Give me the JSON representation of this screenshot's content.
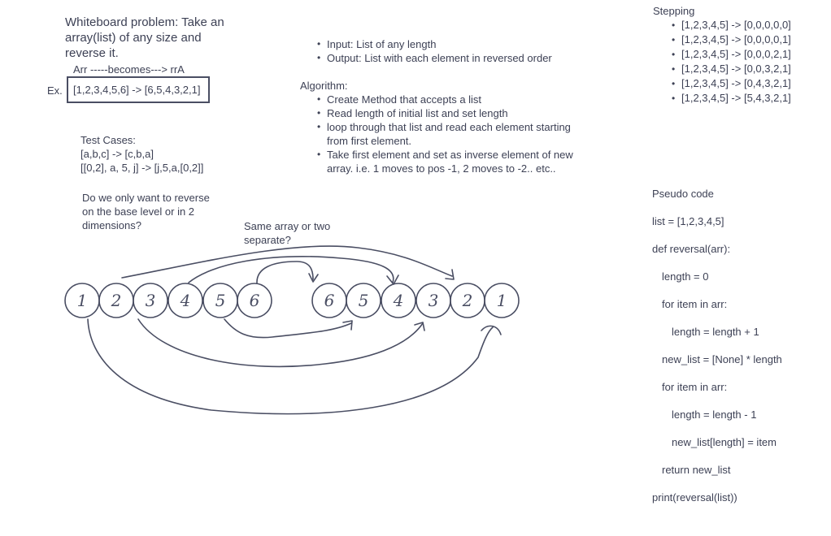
{
  "problem": {
    "title_lines": [
      "Whiteboard problem: Take an",
      "array(list) of any size and",
      "reverse it."
    ],
    "arr_caption": "Arr   -----becomes---> rrA",
    "example_label": "Ex.",
    "example_box": "[1,2,3,4,5,6] -> [6,5,4,3,2,1]"
  },
  "io": {
    "items": [
      "Input: List of any length",
      "Output: List with each element in reversed order"
    ]
  },
  "algorithm": {
    "heading": "Algorithm:",
    "steps": [
      [
        "Create Method that accepts a list"
      ],
      [
        "Read length of initial list and set length"
      ],
      [
        "loop through that list and read each element starting",
        "from first element."
      ],
      [
        "Take first element and set as inverse element of new",
        "array.  i.e. 1 moves to pos -1, 2 moves to -2.. etc.."
      ]
    ]
  },
  "test_cases": {
    "heading": "Test Cases:",
    "cases": [
      "[a,b,c] -> [c,b,a]",
      "[[0,2], a, 5, j] -> [j,5,a,[0,2]]"
    ]
  },
  "question": [
    "Do we only want to reverse",
    "on the base level or in 2",
    "dimensions?"
  ],
  "same_array_note": [
    "Same array or two",
    "separate?"
  ],
  "stepping": {
    "heading": "Stepping",
    "steps": [
      "[1,2,3,4,5] -> [0,0,0,0,0]",
      "[1,2,3,4,5] -> [0,0,0,0,1]",
      "[1,2,3,4,5] -> [0,0,0,2,1]",
      "[1,2,3,4,5] -> [0,0,3,2,1]",
      "[1,2,3,4,5] -> [0,4,3,2,1]",
      "[1,2,3,4,5] -> [5,4,3,2,1]"
    ]
  },
  "pseudo": {
    "heading": "Pseudo code",
    "lines": [
      {
        "text": "list = [1,2,3,4,5]",
        "indent": 0
      },
      {
        "text": "def reversal(arr):",
        "indent": 0
      },
      {
        "text": "length = 0",
        "indent": 1
      },
      {
        "text": "for item in arr:",
        "indent": 1
      },
      {
        "text": "length = length + 1",
        "indent": 2
      },
      {
        "text": "new_list = [None] * length",
        "indent": 1
      },
      {
        "text": "for item in arr:",
        "indent": 1
      },
      {
        "text": "length = length - 1",
        "indent": 2
      },
      {
        "text": "new_list[length] = item",
        "indent": 2
      },
      {
        "text": "return new_list",
        "indent": 1
      },
      {
        "text": "print(reversal(list))",
        "indent": 0
      }
    ]
  },
  "sketch": {
    "left_digits": [
      "1",
      "2",
      "3",
      "4",
      "5",
      "6"
    ],
    "right_digits": [
      "6",
      "5",
      "4",
      "3",
      "2",
      "1"
    ],
    "stroke_color": "#4a4e63"
  }
}
